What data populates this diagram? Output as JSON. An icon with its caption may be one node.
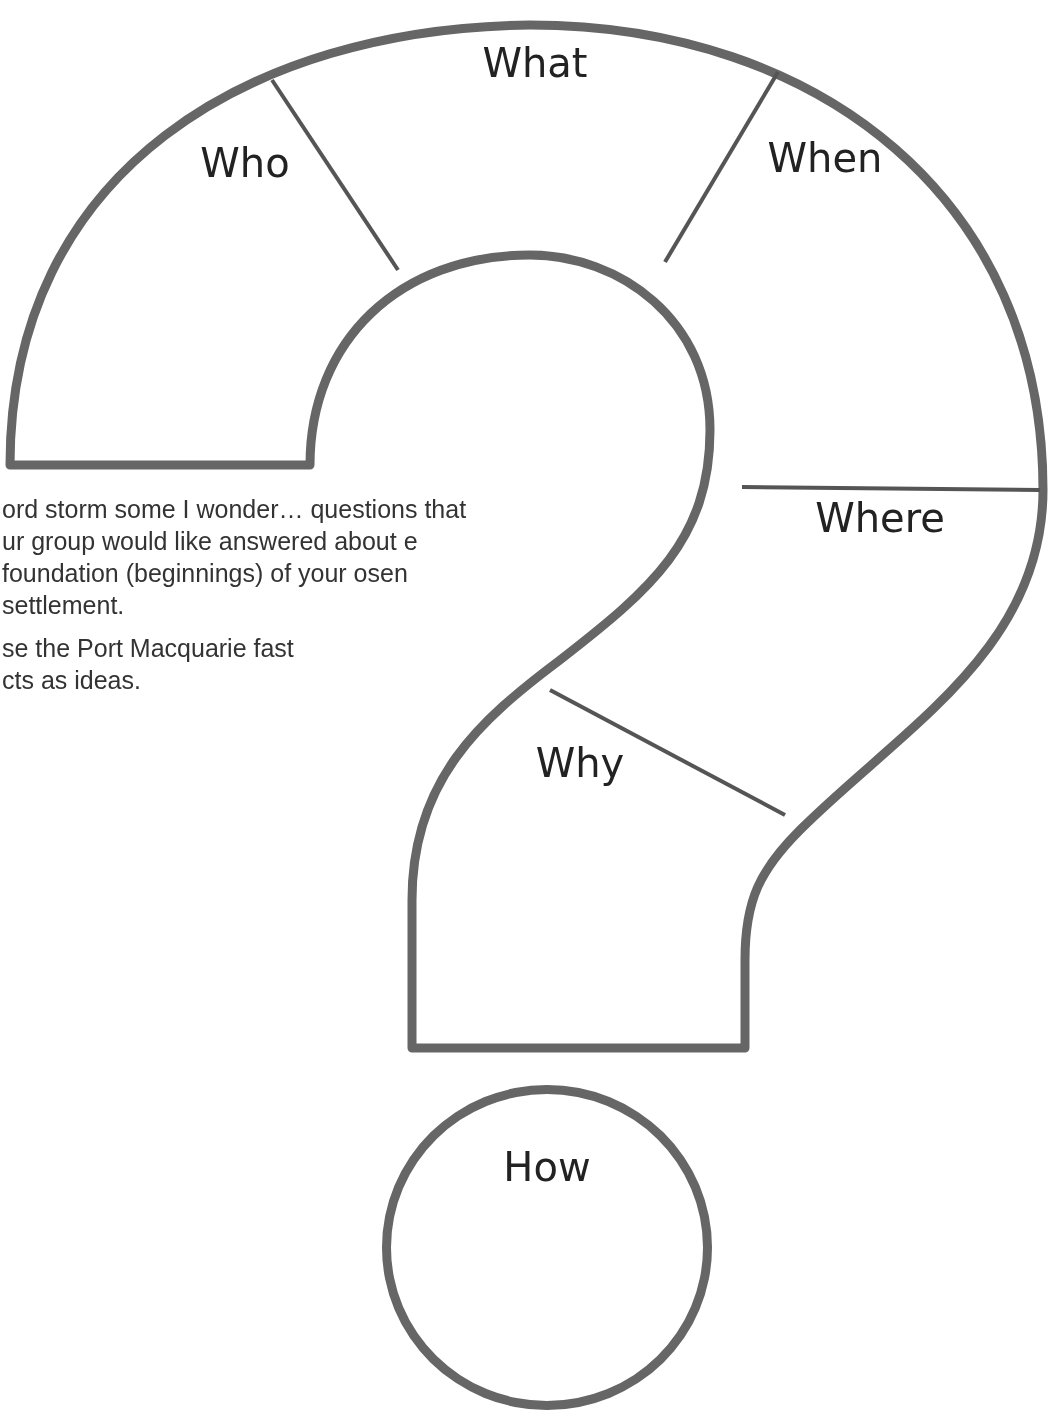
{
  "diagram": {
    "nodes": [
      {
        "text": [
          "Who"
        ]
      },
      {
        "text": [
          "What"
        ]
      },
      {
        "text": [
          "When"
        ]
      },
      {
        "text": [
          "Where"
        ]
      },
      {
        "text": [
          "Why"
        ]
      },
      {
        "text": [
          "How"
        ]
      }
    ],
    "edges": [],
    "labels": [
      "ord storm some I wonder… questions that ur group would like answered about e foundation (beginnings) of your osen settlement.",
      "se the Port Macquarie fast cts as ideas."
    ]
  }
}
